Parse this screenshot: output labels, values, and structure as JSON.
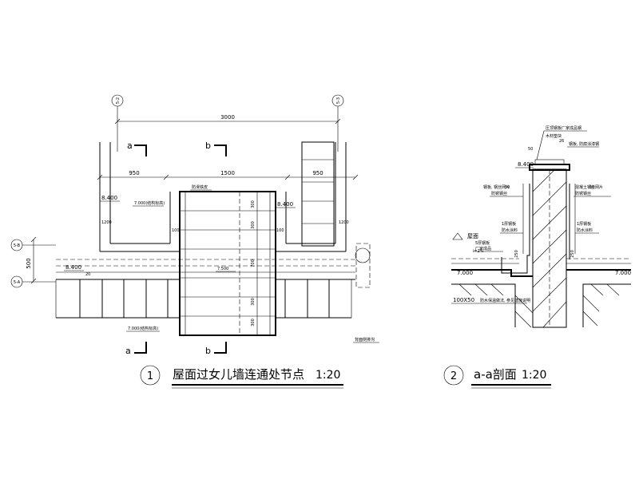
{
  "plan": {
    "title": "屋面过女儿墙连通处节点",
    "scale": "1:20",
    "number": "1",
    "axis_top": "5-2",
    "axis_top_right": "5-3",
    "axis_left_top": "5-B",
    "axis_left_bottom": "5-A",
    "dim_total": "3000",
    "dim_left": "950",
    "dim_mid": "1500",
    "dim_right": "950",
    "dim_500": "500",
    "cut_a": "a",
    "cut_b": "b",
    "elev_8400_left": "8.400",
    "elev_8400_right": "8.400",
    "elev_8400_low": "8.400",
    "elev_7000_top": "7.000(结构标高)",
    "elev_7000_bottom": "7.000(结构标高)",
    "elev_7500": "7.500",
    "label_step": "防滑铁皮",
    "label_drain": "背面侧排沟",
    "dim_1200_left": "1200",
    "dim_1200_right": "1200",
    "dim_100_left": "100",
    "dim_100_right": "100",
    "step_dims": [
      "300",
      "300",
      "700",
      "300",
      "300"
    ],
    "dim_20": "20"
  },
  "section": {
    "title": "a-a剖面",
    "scale": "1:20",
    "number": "2",
    "elev_8400": "8.400",
    "elev_7000_left": "7.000",
    "elev_7000_right": "7.000",
    "roof_label": "屋面",
    "slope": "i=2%",
    "dim_50": "50",
    "dim_26": "26",
    "dim_50_left": "50",
    "dim_50_right": "50",
    "dim_250_left": "250",
    "dim_250_right": "250",
    "timber": "100X50",
    "note_top1": "压顶钢板厂家成品钢",
    "note_top2": "木材垫块",
    "note_top3": "钢板, 防腐涂漆钢",
    "note_left1": "钢板, 钢丝网片",
    "note_left2": "防锈钢丝",
    "note_right1": "混凝土钢丝网片",
    "note_right2": "防锈钢丝",
    "note_left3": "1厚钢板",
    "note_left4": "防水涂料",
    "note_right3": "1厚钢板",
    "note_right4": "防水涂料",
    "note_gutter1": "5厚钢板",
    "note_gutter2": "厂家成品",
    "note_bottom": "防水保温做法, 参见建施说明"
  }
}
